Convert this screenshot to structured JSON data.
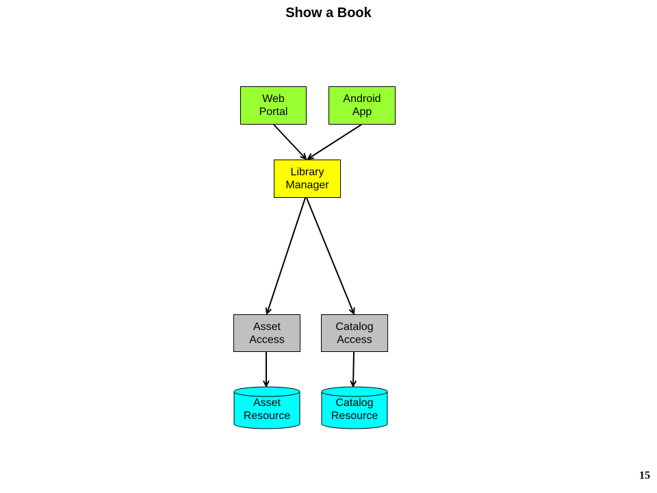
{
  "title": "Show a Book",
  "page_number": "15",
  "nodes": {
    "web_portal": {
      "line1": "Web",
      "line2": "Portal",
      "color": "#99ff33"
    },
    "android_app": {
      "line1": "Android",
      "line2": "App",
      "color": "#99ff33"
    },
    "library_manager": {
      "line1": "Library",
      "line2": "Manager",
      "color": "#ffff00"
    },
    "asset_access": {
      "line1": "Asset",
      "line2": "Access",
      "color": "#c0c0c0"
    },
    "catalog_access": {
      "line1": "Catalog",
      "line2": "Access",
      "color": "#c0c0c0"
    },
    "asset_resource": {
      "line1": "Asset",
      "line2": "Resource",
      "color": "#00ffff"
    },
    "catalog_resource": {
      "line1": "Catalog",
      "line2": "Resource",
      "color": "#00ffff"
    }
  },
  "edges": [
    {
      "from": "web_portal",
      "to": "library_manager"
    },
    {
      "from": "android_app",
      "to": "library_manager"
    },
    {
      "from": "library_manager",
      "to": "asset_access"
    },
    {
      "from": "library_manager",
      "to": "catalog_access"
    },
    {
      "from": "asset_access",
      "to": "asset_resource"
    },
    {
      "from": "catalog_access",
      "to": "catalog_resource"
    }
  ]
}
